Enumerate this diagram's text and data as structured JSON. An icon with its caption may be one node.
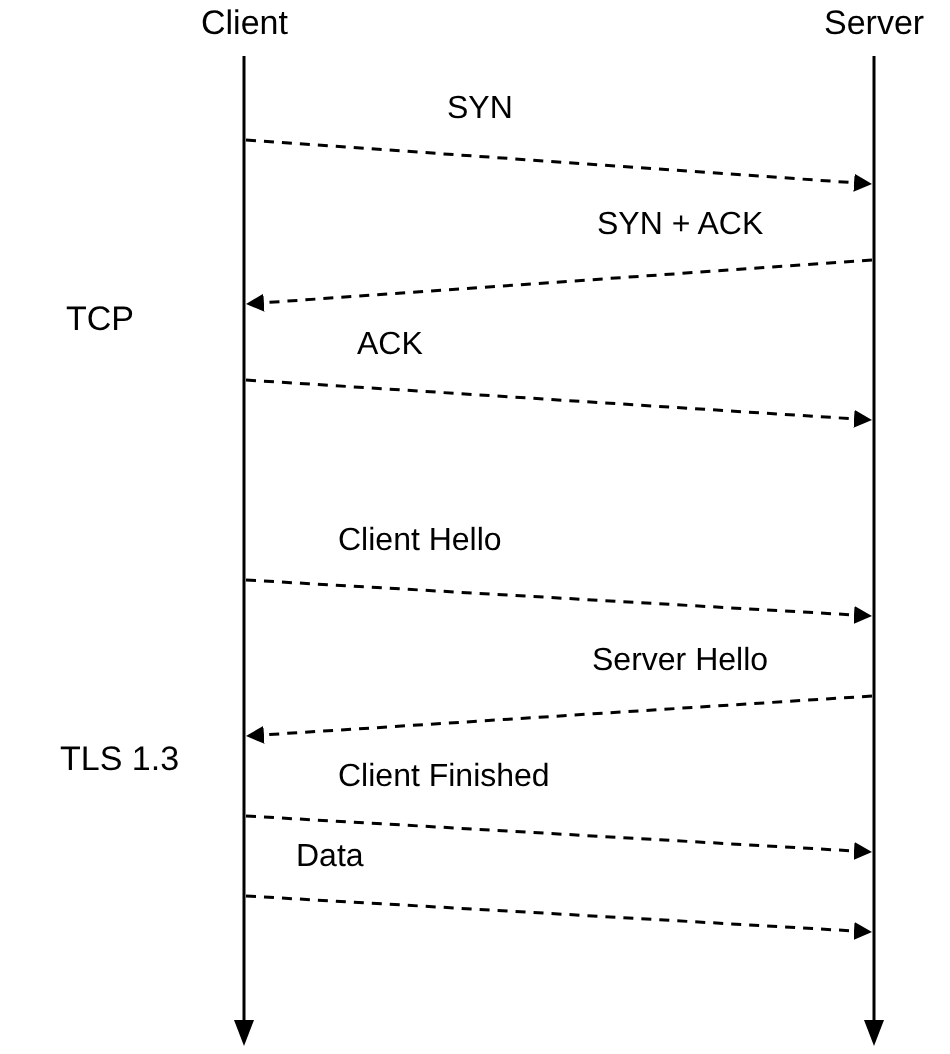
{
  "diagram": {
    "nodes": [
      {
        "text": [
          "Client"
        ]
      },
      {
        "text": [
          "Server"
        ]
      }
    ],
    "edges": [
      {
        "from": 0,
        "to": 1,
        "arrow": "to",
        "label": "SYN",
        "style": "dashed"
      },
      {
        "from": 1,
        "to": 0,
        "arrow": "to",
        "label": "SYN + ACK",
        "style": "dashed"
      },
      {
        "from": 0,
        "to": 1,
        "arrow": "to",
        "label": "ACK",
        "style": "dashed"
      },
      {
        "from": 0,
        "to": 1,
        "arrow": "to",
        "label": "Client Hello",
        "style": "dashed"
      },
      {
        "from": 1,
        "to": 0,
        "arrow": "to",
        "label": "Server Hello",
        "style": "dashed"
      },
      {
        "from": 0,
        "to": 1,
        "arrow": "to",
        "label": "Client Finished",
        "style": "dashed"
      },
      {
        "from": 0,
        "to": 1,
        "arrow": "to",
        "label": "Data",
        "style": "dashed"
      }
    ],
    "labels": [
      "TCP",
      "TLS 1.3"
    ]
  }
}
